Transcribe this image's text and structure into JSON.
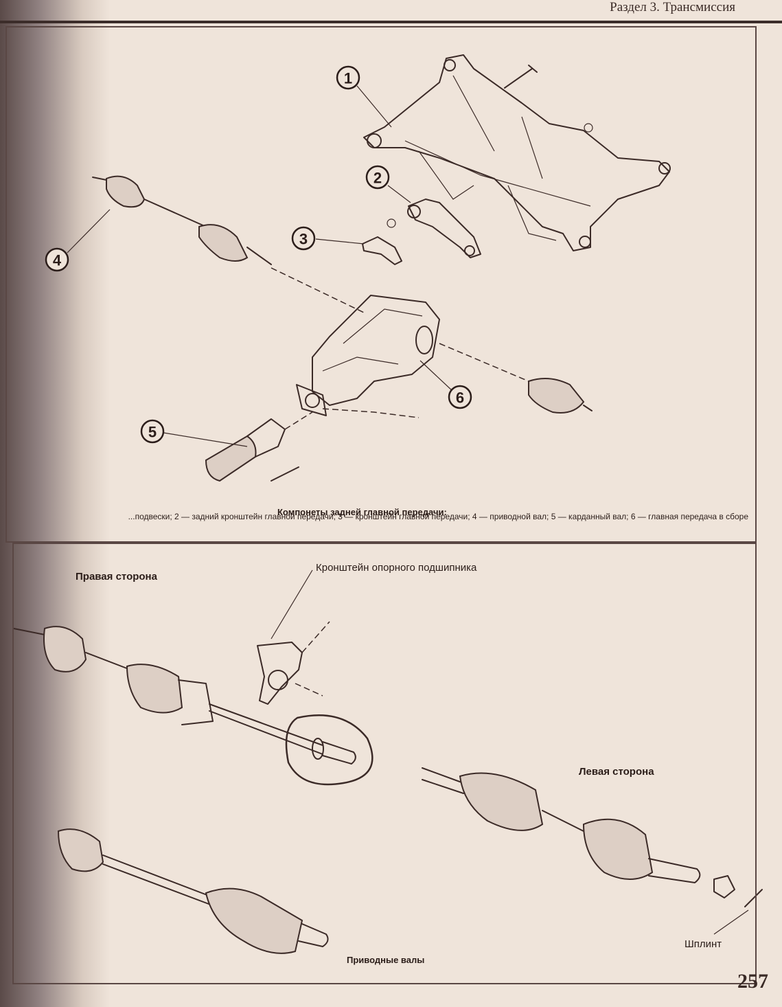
{
  "header": {
    "section_title": "Раздел 3. Трансмиссия"
  },
  "figure_top": {
    "callouts": [
      "1",
      "2",
      "3",
      "4",
      "5",
      "6"
    ],
    "caption_title": "Компонеты задней главной передачи:",
    "caption_legend": "...подвески; 2 — задний кронштейн главной передачи; 3 — кронштейн главной передачи; 4 — приводной вал; 5 — карданный вал; 6 — главная передача в сборе"
  },
  "figure_bottom": {
    "right_side_label": "Правая сторона",
    "left_side_label": "Левая сторона",
    "bearing_bracket_label": "Кронштейн опорного подшипника",
    "cotter_pin_label": "Шплинт",
    "caption": "Приводные валы"
  },
  "footer": {
    "page_number": "257"
  }
}
